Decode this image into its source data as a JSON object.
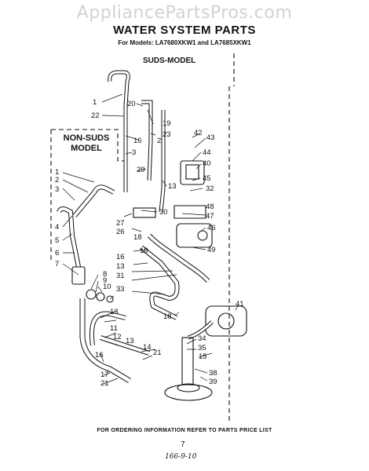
{
  "watermark": "AppliancePartsPros.com",
  "title": "WATER SYSTEM PARTS",
  "subtitle": "For Models: LA7680XKW1 and LA7685XKW1",
  "suds_label": "SUDS-MODEL",
  "nonsuds_label_line1": "NON-SUDS",
  "nonsuds_label_line2": "MODEL",
  "footer": "FOR ORDERING INFORMATION REFER TO PARTS PRICE LIST",
  "page_number": "7",
  "handwritten_note": "166-9-10",
  "part_numbers": [
    "1",
    "22",
    "20",
    "19",
    "23",
    "16",
    "2",
    "3",
    "29",
    "13",
    "42",
    "43",
    "44",
    "40",
    "45",
    "32",
    "48",
    "47",
    "30",
    "46",
    "49",
    "27",
    "26",
    "18",
    "16",
    "13",
    "31",
    "33",
    "18",
    "41",
    "34",
    "35",
    "15",
    "38",
    "39",
    "1",
    "2",
    "3",
    "4",
    "5",
    "6",
    "7",
    "8",
    "9",
    "10",
    "13",
    "11",
    "12",
    "13",
    "14",
    "21",
    "16",
    "17",
    "21",
    "18"
  ]
}
